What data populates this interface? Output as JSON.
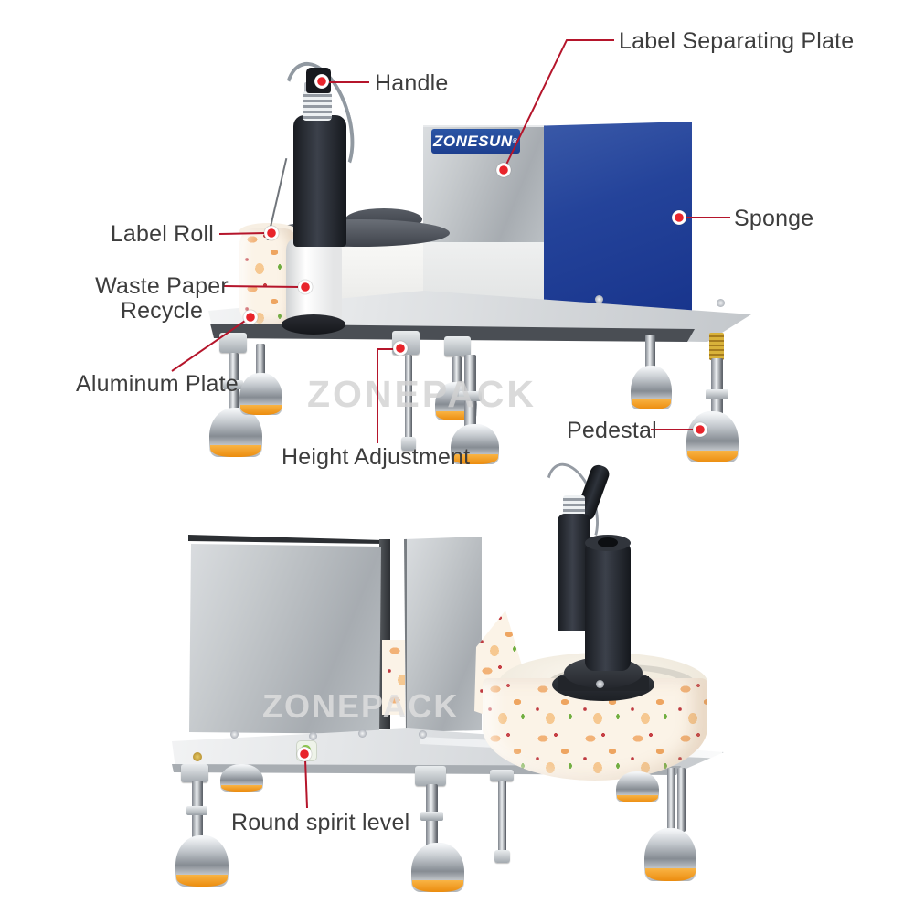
{
  "brand": {
    "logo": "ZONESUN",
    "logo_mark": "®",
    "watermark": "ZONEPACK"
  },
  "callouts": {
    "handle": {
      "label": "Handle"
    },
    "label_separating_plate": {
      "label": "Label Separating Plate"
    },
    "label_roll": {
      "label": "Label Roll"
    },
    "waste_paper_recycle": {
      "line1": "Waste Paper",
      "line2": "Recycle"
    },
    "aluminum_plate": {
      "label": "Aluminum Plate"
    },
    "height_adjustment": {
      "label": "Height Adjustment"
    },
    "sponge": {
      "label": "Sponge"
    },
    "pedestal": {
      "label": "Pedestal"
    },
    "round_spirit_level": {
      "label": "Round spirit level"
    }
  },
  "colors": {
    "leader_line_red": "#b5152b",
    "marker_dot_red": "#e8242b",
    "sponge_blue": "#24439a",
    "logo_blue": "#1d3f8f",
    "pedestal_orange": "#ef9213",
    "spirit_level_green": "#8cc84b",
    "label_text_gray": "#3d3d3d",
    "watermark_gray": "#d2d2d2"
  }
}
